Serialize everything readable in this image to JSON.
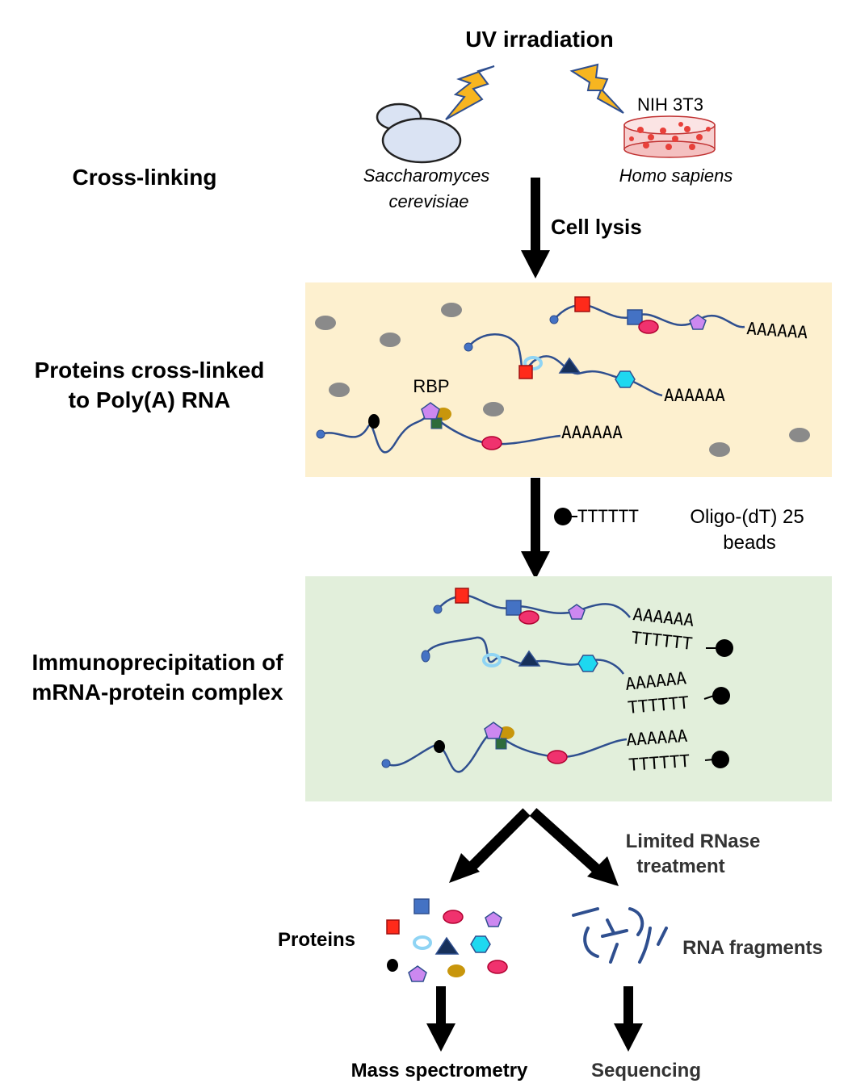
{
  "header": {
    "uv_label": "UV irradiation",
    "yeast_species_line1": "Saccharomyces",
    "yeast_species_line2": "cerevisiae",
    "cell_line": "NIH 3T3",
    "human_species": "Homo sapiens"
  },
  "steps": {
    "crosslinking": "Cross-linking",
    "cell_lysis": "Cell lysis",
    "proteins_line1": "Proteins cross-linked",
    "proteins_line2": "to Poly(A) RNA",
    "ip_line1": "Immunoprecipitation of",
    "ip_line2": "mRNA-protein complex",
    "rnase_line1": "Limited RNase",
    "rnase_line2": "treatment"
  },
  "labels": {
    "rbp": "RBP",
    "poly_a": "AAAAAA",
    "oligo_dt": "TTTTTT",
    "beads_line1": "Oligo-(dT) 25",
    "beads_line2": "beads",
    "proteins": "Proteins",
    "rna_fragments": "RNA fragments",
    "mass_spec": "Mass spectrometry",
    "sequencing": "Sequencing"
  },
  "colors": {
    "lysate_panel": "#fdf0cf",
    "ip_panel": "#e2efdb",
    "rna_strand": "#2f4f8f",
    "lightning": "#f7b520",
    "yeast_fill": "#dae3f3",
    "protein_red_square": "#ff2a1a",
    "protein_blue_square": "#4472c4",
    "protein_pink_oval": "#f0326e",
    "protein_purple_pentagon": "#cc88f0",
    "protein_cyan_hexagon": "#1ed8f0",
    "protein_lightblue_ring": "#8fd4f4",
    "protein_gold_oval": "#c8960c",
    "protein_green_square": "#2e6b3a"
  }
}
